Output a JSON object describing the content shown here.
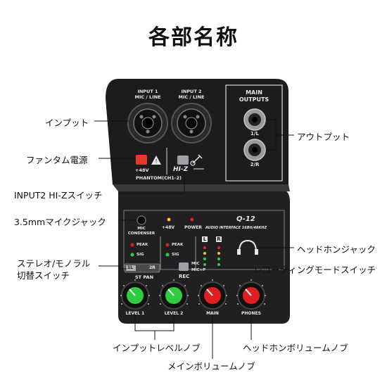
{
  "title": "各部名称",
  "callouts": {
    "input": "インプット",
    "phantom": "ファンタム電源",
    "hiz_switch": "INPUT2 HI-Zスイッチ",
    "mic_jack": "3.5mmマイクジャック",
    "stereo_mono_1": "ステレオ/モノラル",
    "stereo_mono_2": "切替スイッチ",
    "output": "アウトプット",
    "headphone_jack": "ヘッドホンジャック",
    "recording_mode": "レコーディングモードスイッチ",
    "input_level_knob": "インプットレベルノブ",
    "headphone_volume_knob": "ヘッドホンボリュームノブ",
    "main_volume_knob": "メインボリュームノブ"
  },
  "device": {
    "input1": "INPUT 1",
    "input1_sub": "MIC / LINE",
    "input2": "INPUT 2",
    "input2_sub": "MIC / LINE",
    "main_outputs_1": "MAIN",
    "main_outputs_2": "OUTPUTS",
    "out_left": "1/L",
    "out_right": "2/R",
    "plus48v": "+48V",
    "phantom_label": "PHANTOM(CH1-2)",
    "hiz": "HI-Z",
    "mic_condenser_1": "MIC",
    "mic_condenser_2": "CONDENSER",
    "led_48v": "+48V",
    "led_power": "POWER",
    "model": "Q-12",
    "subtitle": "AUDIO INTERFACE 16Bit/48KHZ",
    "peak1": "PEAK",
    "sig1": "SIG",
    "peak2": "PEAK",
    "sig2": "SIG",
    "l": "L",
    "r": "R",
    "switch_1l": "1L",
    "switch_2r": "2R",
    "st_pan": "ST PAN",
    "rec": "REC",
    "mic": "MIC",
    "mic_p": "MIC+P",
    "level1": "LEVEL 1",
    "level2": "LEVEL 2",
    "main": "MAIN",
    "phones": "PHONES"
  },
  "colors": {
    "device_body": "#1c1c1e",
    "knob_green": "#2ecc40",
    "knob_red": "#e02020",
    "phantom_button": "#e5382e"
  }
}
